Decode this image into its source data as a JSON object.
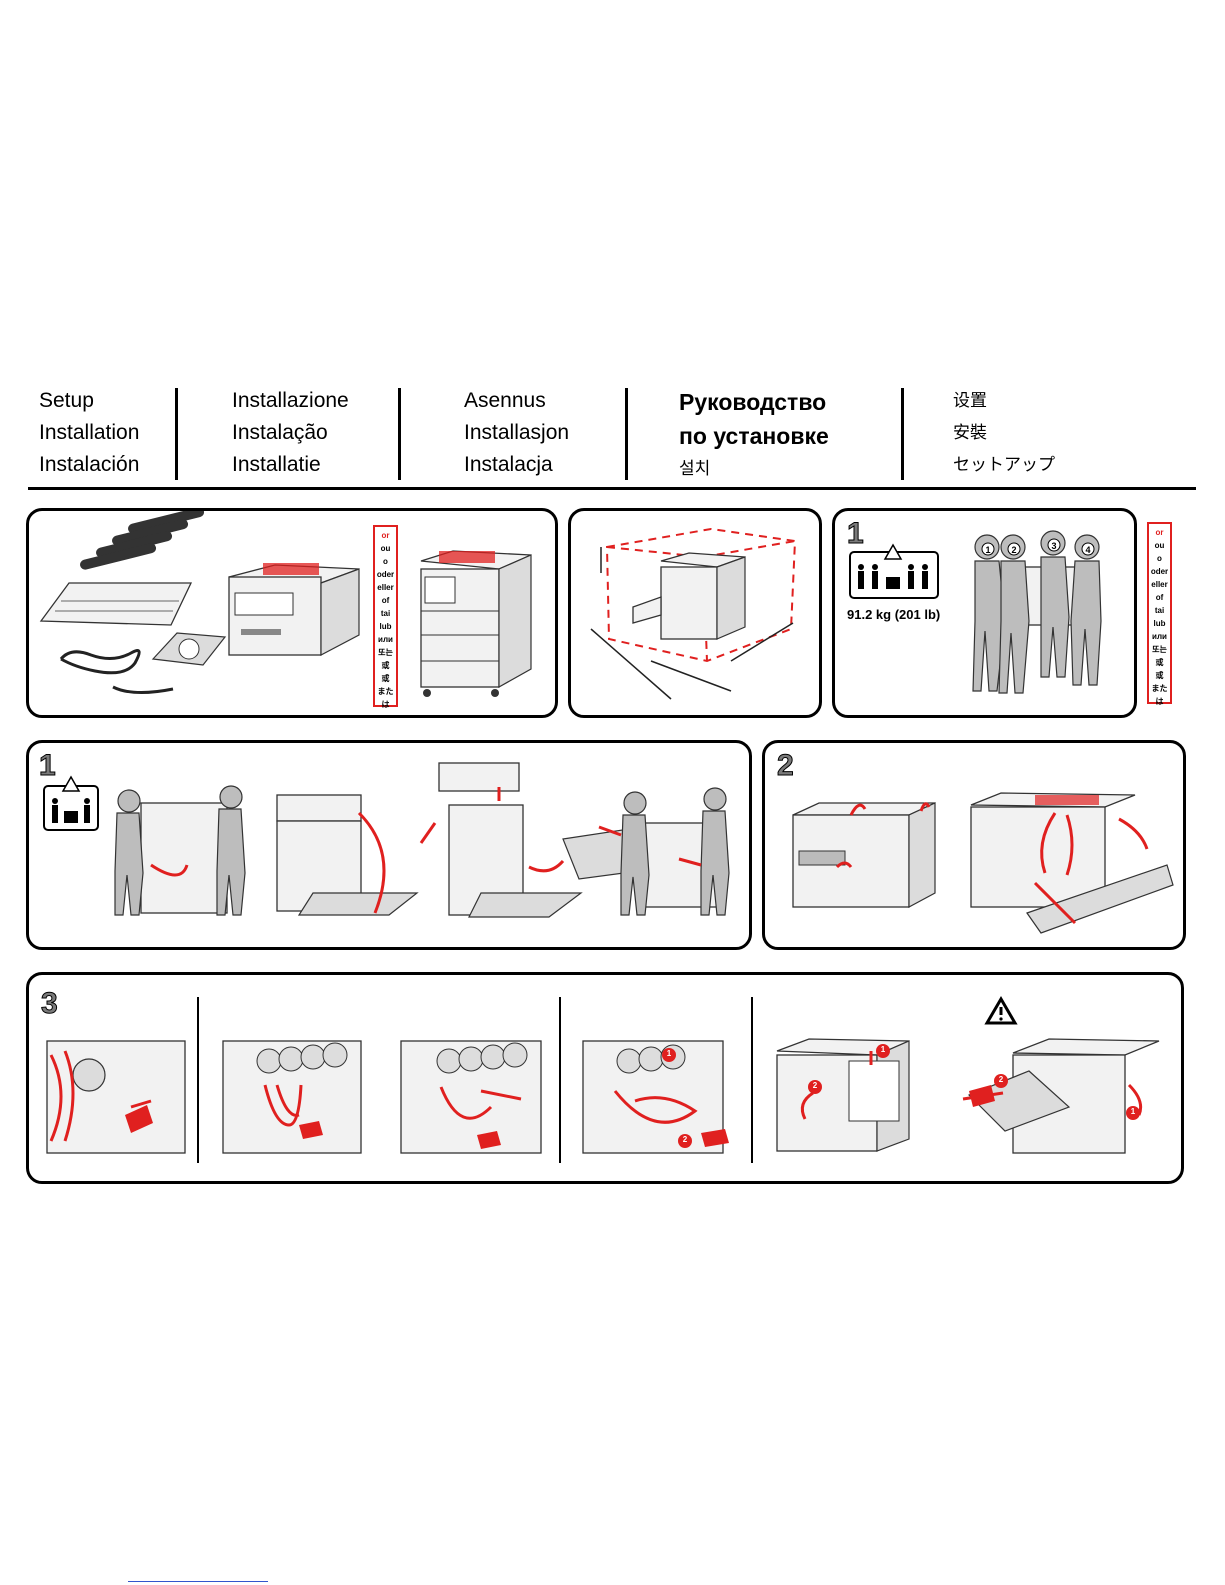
{
  "header": {
    "col1": [
      "Setup",
      "Installation",
      "Instalación"
    ],
    "col2": [
      "Installazione",
      "Instalação",
      "Installatie"
    ],
    "col3": [
      "Asennus",
      "Installasjon",
      "Instalacja"
    ],
    "col4_ru_line1": "Руководство",
    "col4_ru_line2": "по установке",
    "col4_ko": "설치",
    "col5": [
      "设置",
      "安裝",
      "セットアップ"
    ]
  },
  "or_list": [
    "or",
    "ou",
    "o",
    "oder",
    "eller",
    "of",
    "tai",
    "lub",
    "или",
    "또는",
    "或",
    "或",
    "または"
  ],
  "weight_label": "91.2 kg (201 lb)",
  "steps": {
    "s1a": "1",
    "s1b": "1",
    "s2": "2",
    "s3": "3"
  },
  "badges": {
    "people": [
      "1",
      "2",
      "3",
      "4"
    ],
    "seq1": "1",
    "seq2": "2"
  },
  "colors": {
    "accent": "#e0201f",
    "ink": "#000000"
  }
}
